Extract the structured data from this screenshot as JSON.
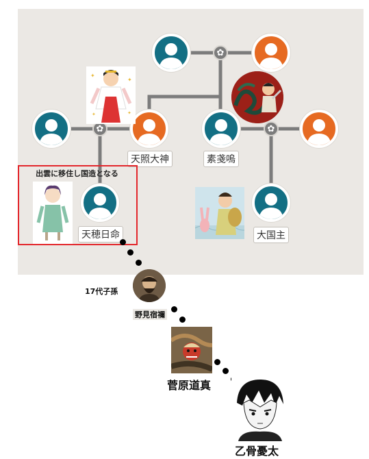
{
  "colors": {
    "teal": "#136f84",
    "orange": "#e66a22",
    "knot": "#7c7c7c",
    "panel": "#ebe8e4",
    "highlight": "#e3262b"
  },
  "labels": {
    "amaterasu": "天照大神",
    "susanoo": "素戔嗚",
    "amenohohi": "天穂日命",
    "okuninushi": "大国主"
  },
  "highlight_caption": "出雲に移住し国造となる",
  "descendant_caption": "17代子孫",
  "persons": {
    "nomi": "野見宿禰",
    "sugawara": "菅原道真",
    "okkotsu": "乙骨憂太"
  },
  "knot_glyph": "✿"
}
